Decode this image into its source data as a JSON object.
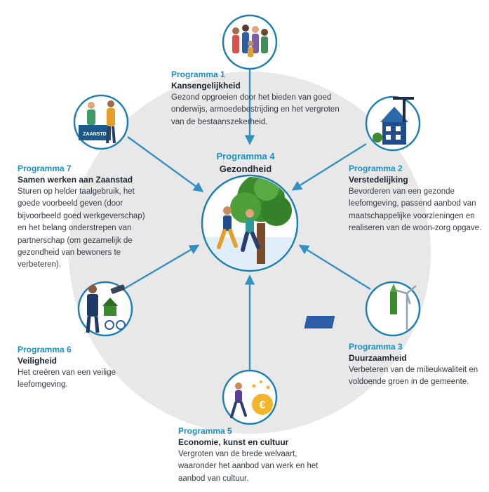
{
  "colors": {
    "accent": "#1b8fc4",
    "arrow": "#3390c4",
    "ring": "#e6e6e6",
    "icon_ring": "#1b7fb4",
    "tree": "#3c8a2e"
  },
  "center": {
    "program": "Programma 4",
    "title": "Gezondheid",
    "icon": "runners-under-tree-icon"
  },
  "programs": [
    {
      "id": "p1",
      "program": "Programma 1",
      "title": "Kansengelijkheid",
      "description": "Gezond opgroeien door het bieden van goed onderwijs, armoedebestrijding en het vergroten van de bestaanszekerheid.",
      "icon": "family-icon"
    },
    {
      "id": "p2",
      "program": "Programma 2",
      "title": "Verstedelijking",
      "description": "Bevorderen van een gezonde leefomgeving, passend aanbod van maatschappelijke voorzieningen en realiseren van de woon-zorg opgave.",
      "icon": "houses-crane-icon"
    },
    {
      "id": "p3",
      "program": "Programma 3",
      "title": "Duurzaamheid",
      "description": "Verbeteren van de milieukwaliteit en voldoende groen in de gemeente.",
      "icon": "solar-wind-icon"
    },
    {
      "id": "p5",
      "program": "Programma 5",
      "title": "Economie, kunst en cultuur",
      "description": "Vergroten van de brede welvaart, waaronder het aanbod van werk en het aanbod van cultuur.",
      "icon": "musician-euro-icon"
    },
    {
      "id": "p6",
      "program": "Programma 6",
      "title": "Veiligheid",
      "description": "Het creëren van een veilige leefomgeving.",
      "icon": "police-camera-icon"
    },
    {
      "id": "p7",
      "program": "Programma 7",
      "title": "Samen werken aan Zaanstad",
      "description": "Sturen op helder taalgebruik, het goede voorbeeld geven (door bijvoorbeeld goed werkgeverschap) en het belang onderstrepen van partnerschap (om gezamelijk de gezondheid van bewoners te verbeteren).",
      "icon": "service-desk-icon",
      "desk_text": "ZAANSTD"
    }
  ]
}
